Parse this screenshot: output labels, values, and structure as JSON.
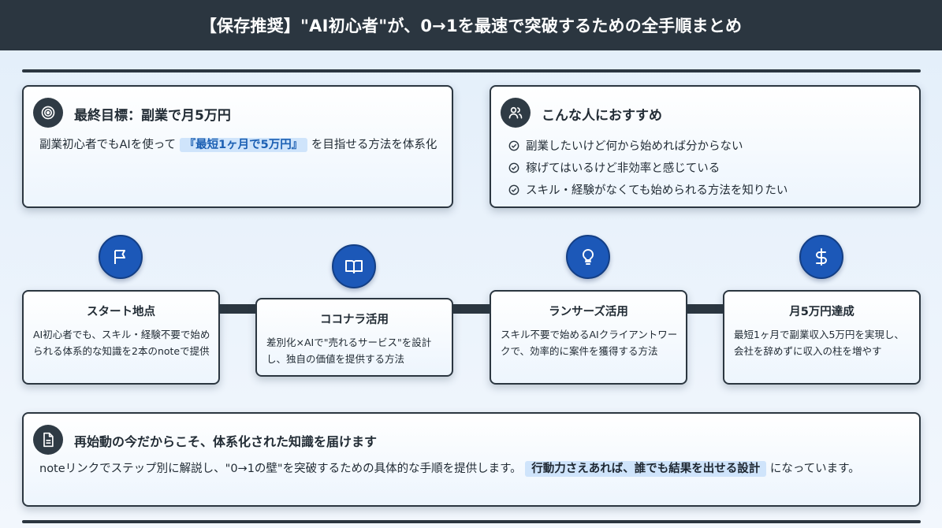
{
  "header": {
    "title": "【保存推奨】\"AI初心者\"が、0→1を最速で突破するための全手順まとめ"
  },
  "goal": {
    "title": "最終目標：副業で月5万円",
    "text_before": "副業初心者でもAIを使って",
    "highlight": "『最短1ヶ月で5万円』",
    "text_after": "を目指せる方法を体系化",
    "icon": "target-icon"
  },
  "audience": {
    "title": "こんな人におすすめ",
    "icon": "users-icon",
    "items": [
      "副業したいけど何から始めれば分からない",
      "稼げてはいるけど非効率と感じている",
      "スキル・経験がなくても始められる方法を知りたい"
    ]
  },
  "steps": [
    {
      "title": "スタート地点",
      "text": "AI初心者でも、スキル・経験不要で始められる体系的な知識を2本のnoteで提供",
      "icon": "flag-icon"
    },
    {
      "title": "ココナラ活用",
      "text": "差別化×AIで\"売れるサービス\"を設計し、独自の価値を提供する方法",
      "icon": "book-icon"
    },
    {
      "title": "ランサーズ活用",
      "text": "スキル不要で始めるAIクライアントワークで、効率的に案件を獲得する方法",
      "icon": "lightbulb-icon"
    },
    {
      "title": "月5万円達成",
      "text": "最短1ヶ月で副業収入5万円を実現し、会社を辞めずに収入の柱を増やす",
      "icon": "dollar-icon"
    }
  ],
  "summary": {
    "title": "再始動の今だからこそ、体系化された知識を届けます",
    "icon": "document-icon",
    "text_before": "noteリンクでステップ別に解説し、\"0→1の壁\"を突破するための具体的な手順を提供します。",
    "highlight": "行動力さえあれば、誰でも結果を出せる設計",
    "text_after": "になっています。"
  },
  "colors": {
    "dark": "#2b3640",
    "accent": "#1c58b8",
    "highlight_bg": "#cfe4fb",
    "highlight_text": "#1b5fb3"
  }
}
